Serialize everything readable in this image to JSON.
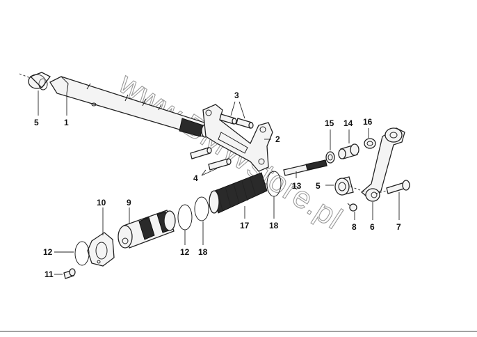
{
  "watermark": "www.BMWstore.pl",
  "callouts": [
    {
      "id": "c5a",
      "text": "5"
    },
    {
      "id": "c1",
      "text": "1"
    },
    {
      "id": "c3",
      "text": "3"
    },
    {
      "id": "c2",
      "text": "2"
    },
    {
      "id": "c4",
      "text": "4"
    },
    {
      "id": "c15",
      "text": "15"
    },
    {
      "id": "c14",
      "text": "14"
    },
    {
      "id": "c16",
      "text": "16"
    },
    {
      "id": "c13",
      "text": "13"
    },
    {
      "id": "c5b",
      "text": "5"
    },
    {
      "id": "c8",
      "text": "8"
    },
    {
      "id": "c6",
      "text": "6"
    },
    {
      "id": "c7",
      "text": "7"
    },
    {
      "id": "c17",
      "text": "17"
    },
    {
      "id": "c18a",
      "text": "18"
    },
    {
      "id": "c10",
      "text": "10"
    },
    {
      "id": "c9",
      "text": "9"
    },
    {
      "id": "c12a",
      "text": "12"
    },
    {
      "id": "c18b",
      "text": "18"
    },
    {
      "id": "c12b",
      "text": "12"
    },
    {
      "id": "c11",
      "text": "11"
    }
  ]
}
